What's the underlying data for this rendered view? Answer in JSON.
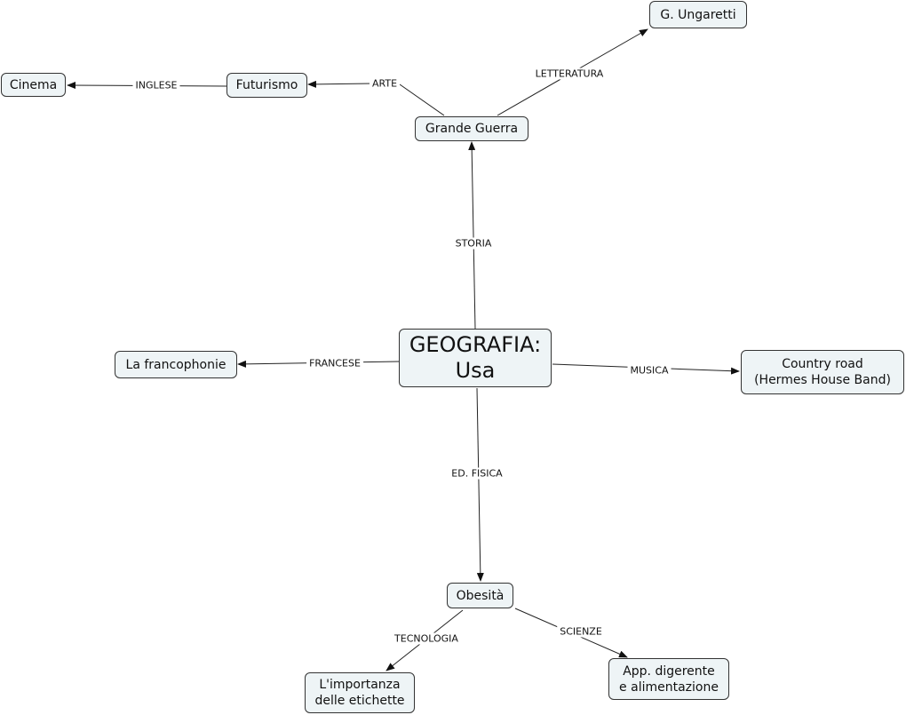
{
  "nodes": {
    "center": "GEOGRAFIA:\nUsa",
    "grande_guerra": "Grande Guerra",
    "futurismo": "Futurismo",
    "cinema": "Cinema",
    "ungaretti": "G. Ungaretti",
    "francophonie": "La francophonie",
    "country_road": "Country road\n(Hermes House Band)",
    "obesita": "Obesità",
    "etichette": "L'importanza\ndelle etichette",
    "digerente": "App. digerente\ne alimentazione"
  },
  "links": {
    "storia": "STORIA",
    "arte": "ARTE",
    "letteratura": "LETTERATURA",
    "inglese": "INGLESE",
    "francese": "FRANCESE",
    "musica": "MUSICA",
    "ed_fisica": "ED. FISICA",
    "tecnologia": "TECNOLOGIA",
    "scienze": "SCIENZE"
  }
}
